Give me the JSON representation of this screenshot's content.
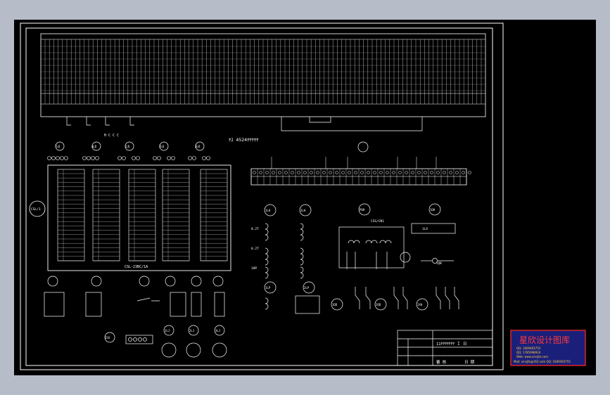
{
  "drawing": {
    "bus_label": "ﾔｽ 4524ﾔﾔﾔﾔﾔ",
    "relay_block_label": "CSL-23BC/1A",
    "terminal_block_label": "CSS/CN1",
    "title_block": {
      "drawing_title": "11ﾔﾔﾔﾔﾔﾔﾔ  Ｉ 日",
      "sign_a": "審 核",
      "sign_b": "日 期"
    },
    "round_tags": {
      "top_row": [
        "TLD",
        "ALD",
        "1LD",
        "2LD",
        "3LD"
      ],
      "mid": [
        "CSL/1",
        "1LH",
        "2LH",
        "PQH",
        "1QH"
      ],
      "lower_row": [
        "1LP",
        "2LP",
        "1QD",
        "2QD",
        "1XH"
      ],
      "bottom": [
        "1SX",
        "1LJ",
        "2LJ",
        "3LJ"
      ]
    },
    "values": [
      "0.2T",
      "0.2T",
      "10P",
      "1LX",
      "1QK"
    ]
  },
  "watermark": {
    "title": "星欣设计图库",
    "line1": "QQ: 1609493755",
    "line2": "QQ: 1785698924",
    "line3": "Web: www.xinsjtk.com",
    "line4": "Mail: xinsjtk@163.com  QQ: 1609493755"
  }
}
